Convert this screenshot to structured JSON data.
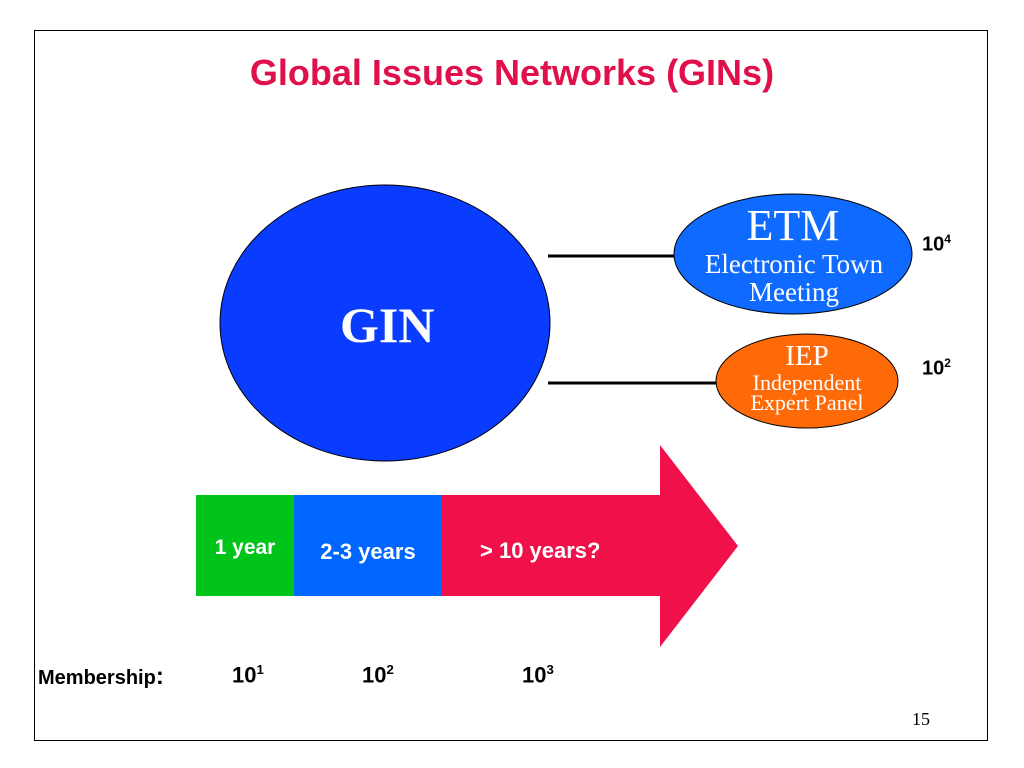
{
  "slide": {
    "title": "Global Issues Networks (GINs)",
    "page_number": "15"
  },
  "diagram": {
    "gin": {
      "label": "GIN"
    },
    "etm": {
      "abbr": "ETM",
      "line1": "Electronic Town",
      "line2": "Meeting",
      "size_base": "10",
      "size_exp": "4"
    },
    "iep": {
      "abbr": "IEP",
      "line1": "Independent",
      "line2": "Expert Panel",
      "size_base": "10",
      "size_exp": "2"
    }
  },
  "timeline": {
    "segments": [
      {
        "label": "1 year",
        "color": "#00c41a"
      },
      {
        "label": "2-3 years",
        "color": "#0066ff"
      },
      {
        "label": "> 10 years?",
        "color": "#f0104a"
      }
    ]
  },
  "membership": {
    "label": "Membership",
    "colon": ":",
    "values": [
      {
        "base": "10",
        "exp": "1"
      },
      {
        "base": "10",
        "exp": "2"
      },
      {
        "base": "10",
        "exp": "3"
      }
    ]
  },
  "colors": {
    "title": "#e0104a",
    "gin_fill": "#0a3cff",
    "etm_fill": "#0f6bff",
    "iep_fill": "#ff6a08"
  }
}
